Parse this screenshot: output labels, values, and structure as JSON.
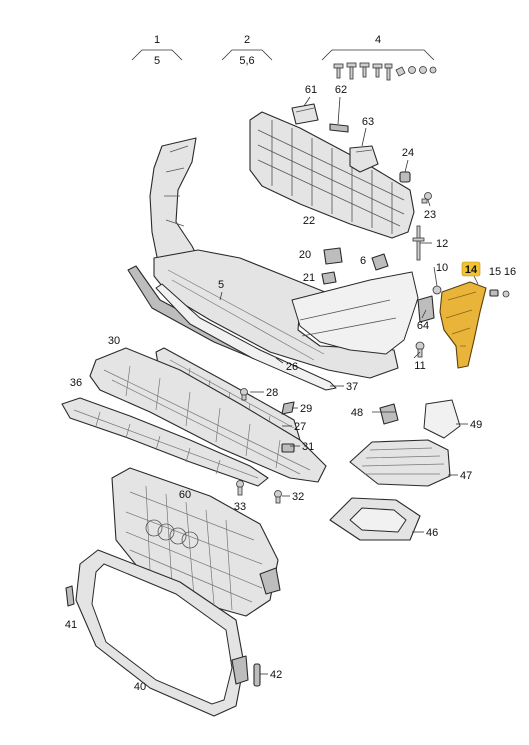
{
  "header_groups": [
    {
      "top": "1",
      "bottom": "5"
    },
    {
      "top": "2",
      "bottom": "5,6"
    },
    {
      "top": "4",
      "bottom": ""
    }
  ],
  "callouts": {
    "p61": "61",
    "p62": "62",
    "p63": "63",
    "p24": "24",
    "p23": "23",
    "p22": "22",
    "p20": "20",
    "p6": "6",
    "p21": "21",
    "p12": "12",
    "p10": "10",
    "p14": "14",
    "p15": "15",
    "p16": "16",
    "p5": "5",
    "p64": "64",
    "p11": "11",
    "p30": "30",
    "p26": "26",
    "p37": "37",
    "p36": "36",
    "p28": "28",
    "p29": "29",
    "p27": "27",
    "p31": "31",
    "p48": "48",
    "p49": "49",
    "p47": "47",
    "p33": "33",
    "p32": "32",
    "p60": "60",
    "p46": "46",
    "p41": "41",
    "p42": "42",
    "p40": "40"
  },
  "highlighted_part": "14",
  "colors": {
    "highlight_part": "#e8b53a",
    "highlight_badge": "#f2c230",
    "part_fill": "#e4e4e4",
    "line": "#2a2a2a"
  }
}
